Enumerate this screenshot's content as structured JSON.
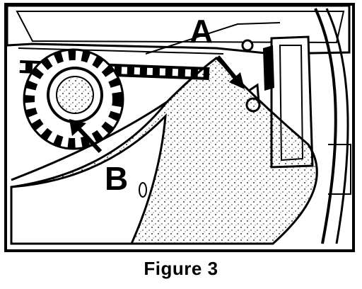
{
  "figure": {
    "caption": "Figure 3",
    "callouts": [
      {
        "id": "A",
        "label": "A"
      },
      {
        "id": "B",
        "label": "B"
      }
    ],
    "colors": {
      "ink": "#000000",
      "paper": "#ffffff"
    }
  }
}
